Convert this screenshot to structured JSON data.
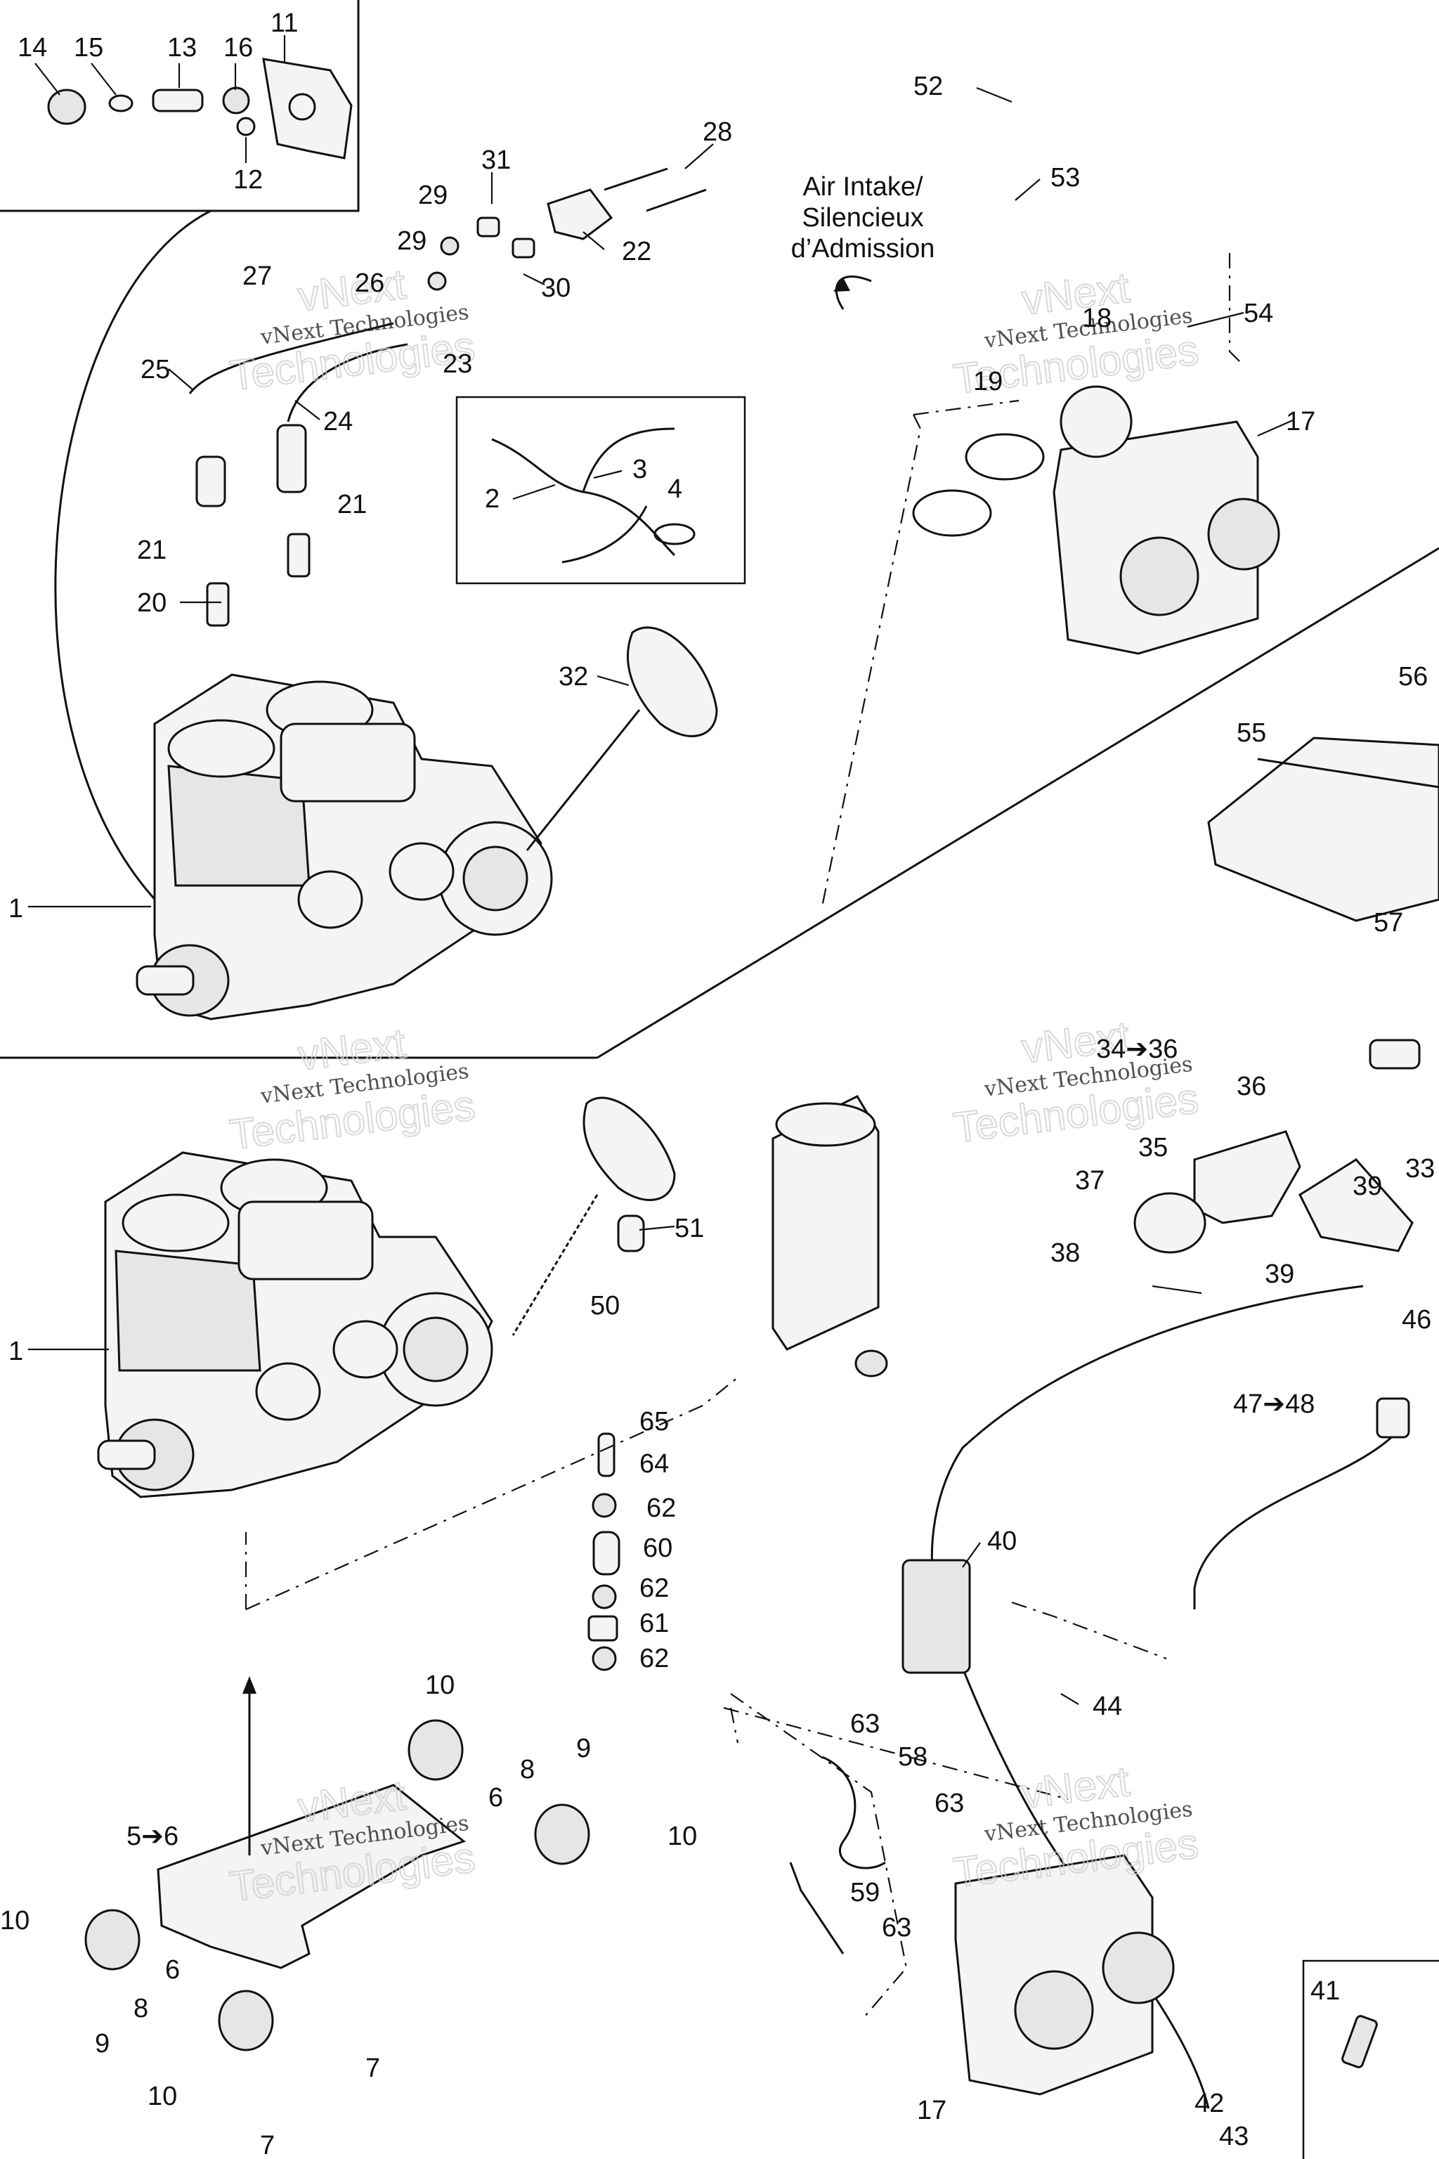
{
  "watermark": {
    "line1": "vNext",
    "line2": "vNext Technologies",
    "line3": "Technologies"
  },
  "intake_note": [
    "Air Intake/",
    "Silencieux",
    "d’Admission"
  ],
  "callouts": [
    {
      "id": "c14",
      "text": "14"
    },
    {
      "id": "c15",
      "text": "15"
    },
    {
      "id": "c13",
      "text": "13"
    },
    {
      "id": "c16",
      "text": "16"
    },
    {
      "id": "c11",
      "text": "11"
    },
    {
      "id": "c12",
      "text": "12"
    },
    {
      "id": "c52",
      "text": "52"
    },
    {
      "id": "c53",
      "text": "53"
    },
    {
      "id": "c54",
      "text": "54"
    },
    {
      "id": "c28",
      "text": "28"
    },
    {
      "id": "c31",
      "text": "31"
    },
    {
      "id": "c29a",
      "text": "29"
    },
    {
      "id": "c29b",
      "text": "29"
    },
    {
      "id": "c22",
      "text": "22"
    },
    {
      "id": "c30",
      "text": "30"
    },
    {
      "id": "c27",
      "text": "27"
    },
    {
      "id": "c26",
      "text": "26"
    },
    {
      "id": "c23",
      "text": "23"
    },
    {
      "id": "c25",
      "text": "25"
    },
    {
      "id": "c24",
      "text": "24"
    },
    {
      "id": "c18",
      "text": "18"
    },
    {
      "id": "c19",
      "text": "19"
    },
    {
      "id": "c17a",
      "text": "17"
    },
    {
      "id": "c3",
      "text": "3"
    },
    {
      "id": "c2",
      "text": "2"
    },
    {
      "id": "c4",
      "text": "4"
    },
    {
      "id": "c21a",
      "text": "21"
    },
    {
      "id": "c21b",
      "text": "21"
    },
    {
      "id": "c20",
      "text": "20"
    },
    {
      "id": "c32",
      "text": "32"
    },
    {
      "id": "c56",
      "text": "56"
    },
    {
      "id": "c55",
      "text": "55"
    },
    {
      "id": "c57",
      "text": "57"
    },
    {
      "id": "c1a",
      "text": "1"
    },
    {
      "id": "c1b",
      "text": "1"
    },
    {
      "id": "c3436",
      "text": "34➔36"
    },
    {
      "id": "c36",
      "text": "36"
    },
    {
      "id": "c35",
      "text": "35"
    },
    {
      "id": "c37",
      "text": "37"
    },
    {
      "id": "c39a",
      "text": "39"
    },
    {
      "id": "c39b",
      "text": "39"
    },
    {
      "id": "c33",
      "text": "33"
    },
    {
      "id": "c38",
      "text": "38"
    },
    {
      "id": "c46",
      "text": "46"
    },
    {
      "id": "c51",
      "text": "51"
    },
    {
      "id": "c50",
      "text": "50"
    },
    {
      "id": "c4748",
      "text": "47➔48"
    },
    {
      "id": "c65",
      "text": "65"
    },
    {
      "id": "c64",
      "text": "64"
    },
    {
      "id": "c62a",
      "text": "62"
    },
    {
      "id": "c60",
      "text": "60"
    },
    {
      "id": "c62b",
      "text": "62"
    },
    {
      "id": "c61",
      "text": "61"
    },
    {
      "id": "c62c",
      "text": "62"
    },
    {
      "id": "c40",
      "text": "40"
    },
    {
      "id": "c44",
      "text": "44"
    },
    {
      "id": "c10a",
      "text": "10"
    },
    {
      "id": "c9a",
      "text": "9"
    },
    {
      "id": "c8a",
      "text": "8"
    },
    {
      "id": "c6a",
      "text": "6"
    },
    {
      "id": "c10b",
      "text": "10"
    },
    {
      "id": "c56b",
      "text": "5➔6"
    },
    {
      "id": "c10c",
      "text": "10"
    },
    {
      "id": "c6b",
      "text": "6"
    },
    {
      "id": "c8b",
      "text": "8"
    },
    {
      "id": "c9b",
      "text": "9"
    },
    {
      "id": "c10d",
      "text": "10"
    },
    {
      "id": "c7a",
      "text": "7"
    },
    {
      "id": "c7b",
      "text": "7"
    },
    {
      "id": "c63a",
      "text": "63"
    },
    {
      "id": "c58",
      "text": "58"
    },
    {
      "id": "c63b",
      "text": "63"
    },
    {
      "id": "c59",
      "text": "59"
    },
    {
      "id": "c63c",
      "text": "63"
    },
    {
      "id": "c17b",
      "text": "17"
    },
    {
      "id": "c42",
      "text": "42"
    },
    {
      "id": "c43",
      "text": "43"
    },
    {
      "id": "c41",
      "text": "41"
    }
  ]
}
